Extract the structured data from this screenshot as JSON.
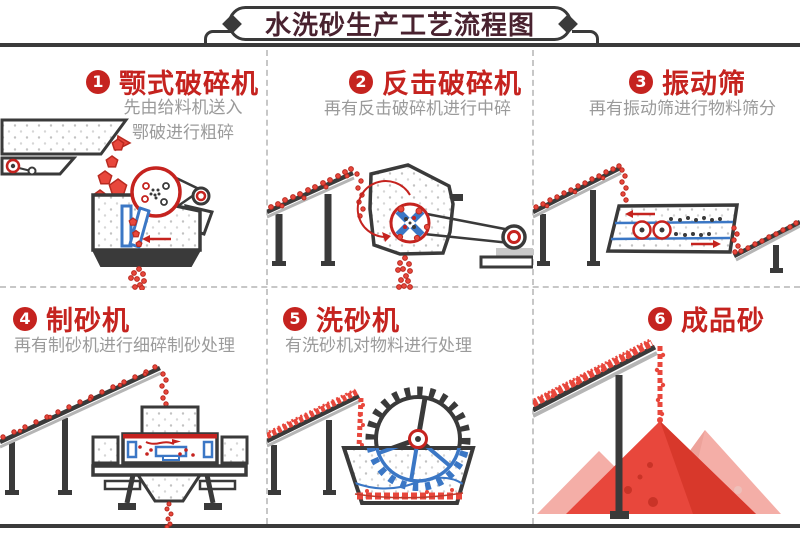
{
  "header": {
    "title": "水洗砂生产工艺流程图"
  },
  "steps": [
    {
      "num": "1",
      "name": "颚式破碎机",
      "desc": "先由给料机送入\n鄂破进行粗碎",
      "icon": "jaw-crusher"
    },
    {
      "num": "2",
      "name": "反击破碎机",
      "desc": "再有反击破碎机进行中碎",
      "icon": "impact-crusher"
    },
    {
      "num": "3",
      "name": "振动筛",
      "desc": "再有振动筛进行物料筛分",
      "icon": "vibrating-screen"
    },
    {
      "num": "4",
      "name": "制砂机",
      "desc": "再有制砂机进行细碎制砂处理",
      "icon": "sand-making-machine"
    },
    {
      "num": "5",
      "name": "洗砂机",
      "desc": "有洗砂机对物料进行处理",
      "icon": "sand-washing-machine"
    },
    {
      "num": "6",
      "name": "成品砂",
      "desc": "",
      "icon": "finished-sand-piles"
    }
  ],
  "palette": {
    "accent_red": "#c5231f",
    "rock_red": "#e8473c",
    "title_maroon": "#49222f",
    "outline_dark": "#3a3a3a",
    "machine_blue": "#3b77c5",
    "desc_gray": "#9a9a9a",
    "dash_gray": "#c7c7c7",
    "pile_pink": "#f4aea7"
  }
}
